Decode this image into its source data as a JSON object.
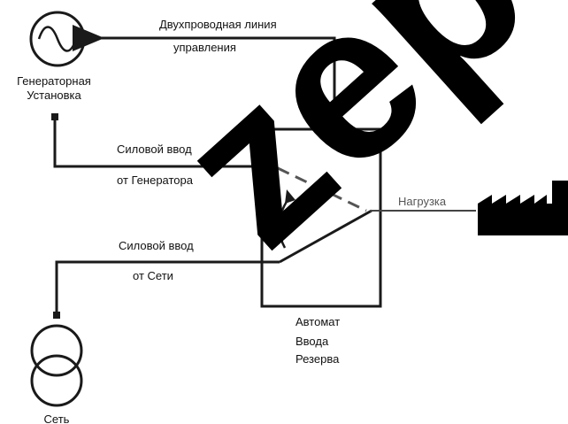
{
  "labels": {
    "control_line_1": "Двухпроводная линия",
    "control_line_2": "управления",
    "generator_1": "Генераторная",
    "generator_2": "Установка",
    "gen_input_1": "Силовой ввод",
    "gen_input_2": "от Генератора",
    "load": "Нагрузка",
    "mains_input_1": "Силовой ввод",
    "mains_input_2": "от Сети",
    "ats_1": "Автомат",
    "ats_2": "Ввода",
    "ats_3": "Резерва",
    "mains": "Сеть"
  },
  "watermark": {
    "text": "zepl",
    "color": "#000000"
  },
  "colors": {
    "line": "#1a1a1a",
    "dashed": "#555555",
    "load_fill": "#000000"
  }
}
